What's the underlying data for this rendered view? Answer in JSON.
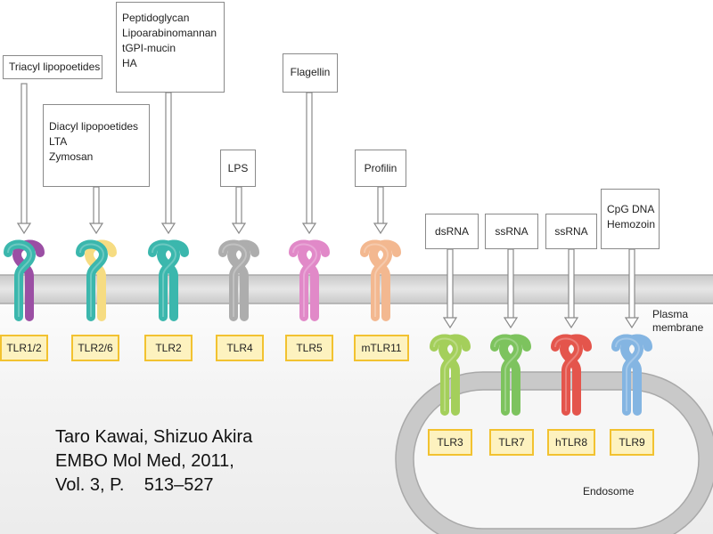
{
  "receptors": [
    {
      "id": "tlr1-2",
      "label": "TLR1/2",
      "ligands": [
        "Triacyl lipopoetides"
      ],
      "left_color": "#3bb7ad",
      "right_color": "#9b4fa4"
    },
    {
      "id": "tlr2-6",
      "label": "TLR2/6",
      "ligands": [
        "Diacyl lipopoetides",
        "LTA",
        "Zymosan"
      ],
      "left_color": "#3bb7ad",
      "right_color": "#f6dc82"
    },
    {
      "id": "tlr2",
      "label": "TLR2",
      "ligands": [
        "Peptidoglycan",
        "Lipoarabinomannan",
        "tGPI-mucin",
        "HA"
      ],
      "left_color": "#3bb7ad",
      "right_color": "#3bb7ad"
    },
    {
      "id": "tlr4",
      "label": "TLR4",
      "ligands": [
        "LPS"
      ],
      "left_color": "#adadad",
      "right_color": "#adadad"
    },
    {
      "id": "tlr5",
      "label": "TLR5",
      "ligands": [
        "Flagellin"
      ],
      "left_color": "#e189c8",
      "right_color": "#e189c8"
    },
    {
      "id": "mtlr11",
      "label": "mTLR11",
      "ligands": [
        "Profilin"
      ],
      "left_color": "#f3b890",
      "right_color": "#f3b890"
    },
    {
      "id": "tlr3",
      "label": "TLR3",
      "ligands": [
        "dsRNA"
      ],
      "left_color": "#a4cf5b",
      "right_color": "#a4cf5b"
    },
    {
      "id": "tlr7",
      "label": "TLR7",
      "ligands": [
        "ssRNA"
      ],
      "left_color": "#7dc35e",
      "right_color": "#7dc35e"
    },
    {
      "id": "htlr8",
      "label": "hTLR8",
      "ligands": [
        "ssRNA"
      ],
      "left_color": "#e4554c",
      "right_color": "#e4554c"
    },
    {
      "id": "tlr9",
      "label": "TLR9",
      "ligands": [
        "CpG DNA",
        "Hemozoin"
      ],
      "left_color": "#84b5e2",
      "right_color": "#84b5e2"
    }
  ],
  "labels": {
    "plasma_membrane": [
      "Plasma",
      "membrane"
    ],
    "endosome": "Endosome"
  },
  "citation": {
    "line1": "Taro Kawai, Shizuo Akira",
    "line2": "EMBO Mol Med, 2011,",
    "line3": "Vol. 3, P.    513–527"
  },
  "colors": {
    "membrane_fill": "#dedede",
    "membrane_edge": "#a9a9a9",
    "background": "#f3f3f3",
    "label_fill": "#fdf2bf",
    "label_border": "#f2c230"
  }
}
